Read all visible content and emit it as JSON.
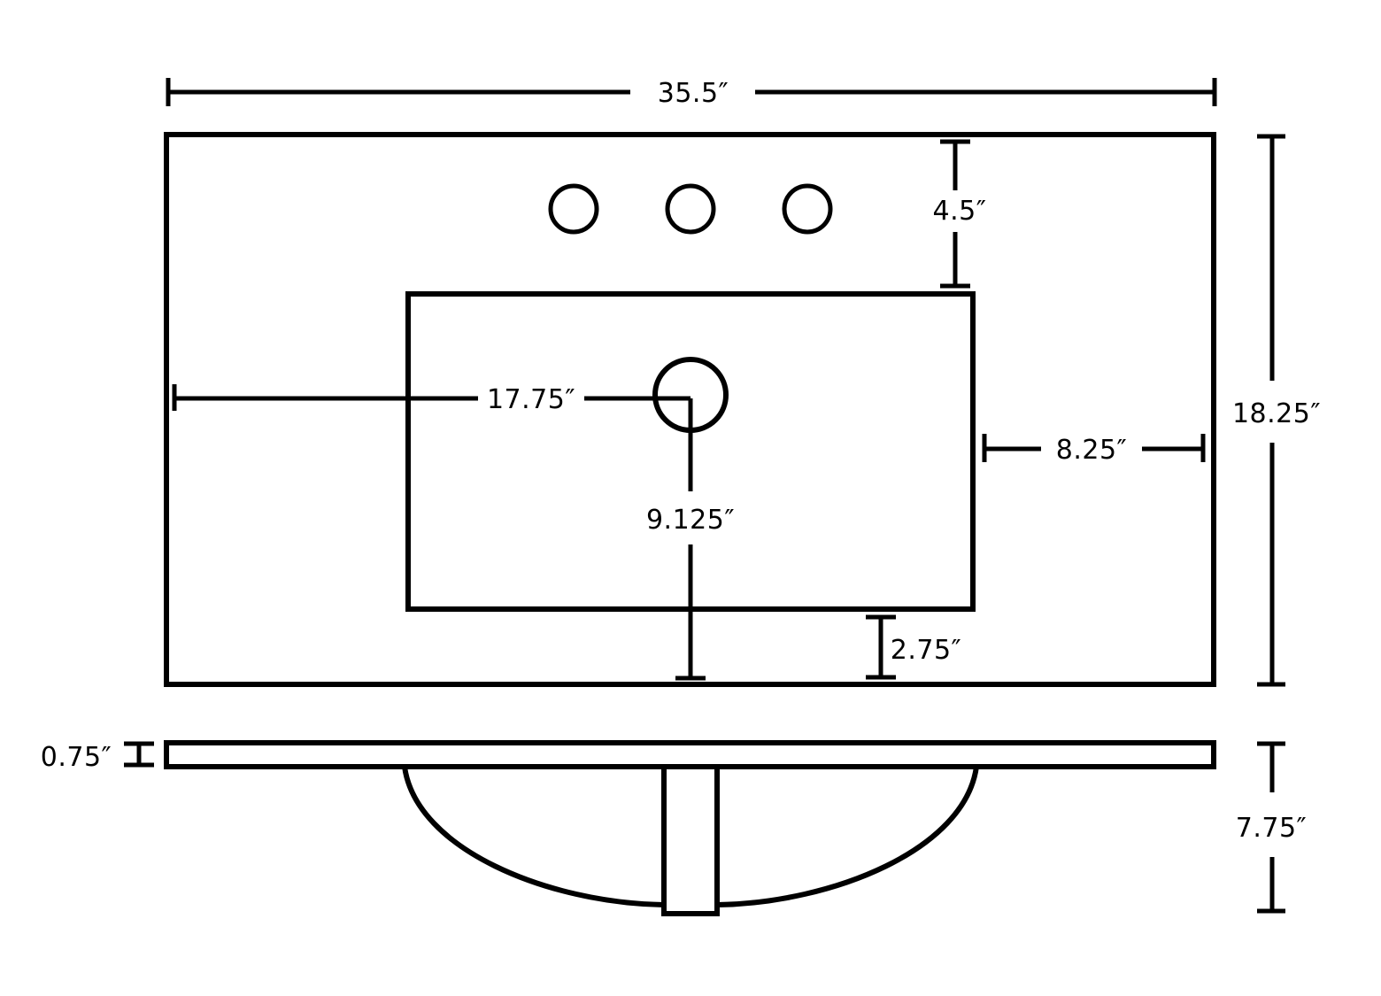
{
  "colors": {
    "stroke": "#000000",
    "background": "#ffffff"
  },
  "dimensions": {
    "overall_width": "35.5″",
    "overall_depth": "18.25″",
    "faucet_hole_setback": "4.5″",
    "drain_center_from_left": "17.75″",
    "drain_center_from_front": "9.125″",
    "bowl_to_right_edge": "8.25″",
    "bowl_to_front_edge": "2.75″",
    "countertop_thickness": "0.75″",
    "bowl_depth": "7.75″"
  }
}
